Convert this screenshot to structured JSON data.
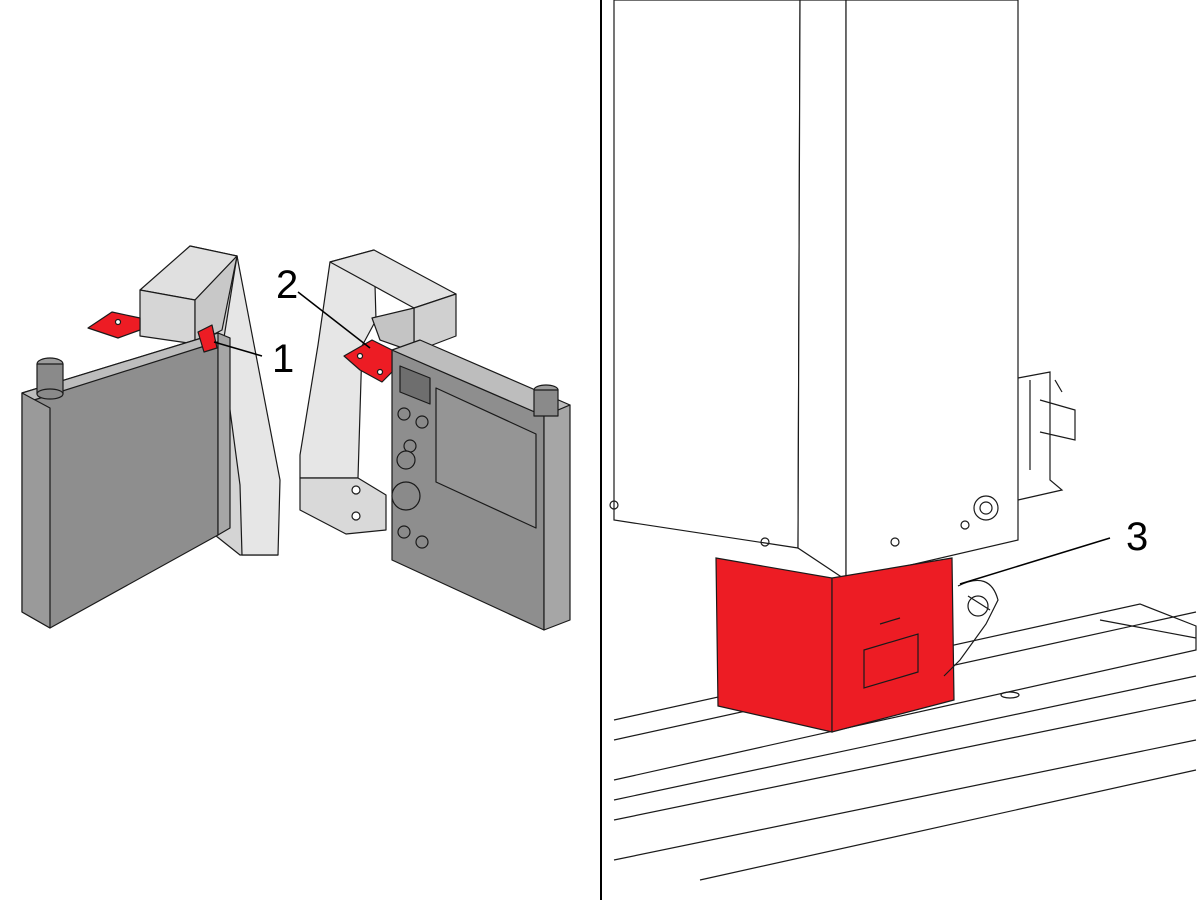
{
  "figure": {
    "callouts": [
      {
        "id": "1",
        "label": "1"
      },
      {
        "id": "2",
        "label": "2"
      },
      {
        "id": "3",
        "label": "3"
      }
    ],
    "colors": {
      "highlight": "#ed1c24",
      "pendant_dark": "#8c8c8c",
      "pendant_light": "#d4d4d4",
      "outline": "#1a1a1a",
      "background": "#ffffff"
    },
    "icons": [
      "panel-divider-line",
      "bracket-highlight",
      "spindle-cover-highlight"
    ]
  }
}
